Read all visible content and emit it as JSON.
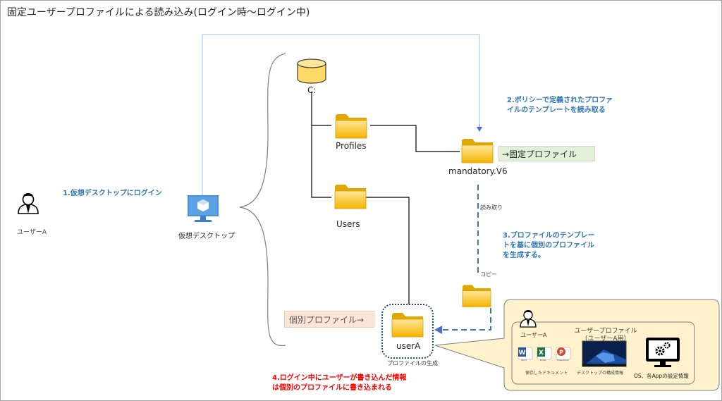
{
  "title": "固定ユーザープロファイルによる読み込み(ログイン時〜ログイン中)",
  "nodes": {
    "user_a": "ユーザーA",
    "vdesktop": "仮想デスクトップ",
    "drive": "C:",
    "profiles": "Profiles",
    "users": "Users",
    "mandatory": "mandatory.V6",
    "user_a_folder": "userA",
    "profile_generation": "プロファイルの生成"
  },
  "boxes": {
    "fixed_profile": "→固定プロファイル",
    "individual_profile": "個別プロファイル→"
  },
  "steps": {
    "step1": "1.仮想デスクトップにログイン",
    "step2_line1": "2.ポリシーで定義されたプロファ",
    "step2_line2": "イルのテンプレートを読み取る",
    "step3_line1": "3.プロファイルのテンプレー",
    "step3_line2": "トを基に個別のプロファイル",
    "step3_line3": "を生成する。",
    "step4_line1": "4.ログイン中にユーザーが書き込んだ情報",
    "step4_line2": "は個別のプロファイルに書き込まれる"
  },
  "edge_labels": {
    "read": "読み取り",
    "copy": "コピー"
  },
  "callout": {
    "user": "ユーザーA",
    "heading_line1": "ユーザープロファイル",
    "heading_line2": "（ユーザーA用）",
    "documents": "保存したドキュメント",
    "desktop_config": "デスクトップの構成情報",
    "os_settings": "OS、各Appの設定情報",
    "app_word": "Word",
    "app_excel": "Excel",
    "app_ppt": "PowerPoint"
  },
  "colors": {
    "step_blue": "#2e75b6",
    "step_red": "#ff0000",
    "folder_yellow": "#ffc000",
    "callout_fill": "#fff2cc",
    "fixed_box_fill": "#e2f0d9",
    "individual_box_fill": "#fbe5d6"
  }
}
